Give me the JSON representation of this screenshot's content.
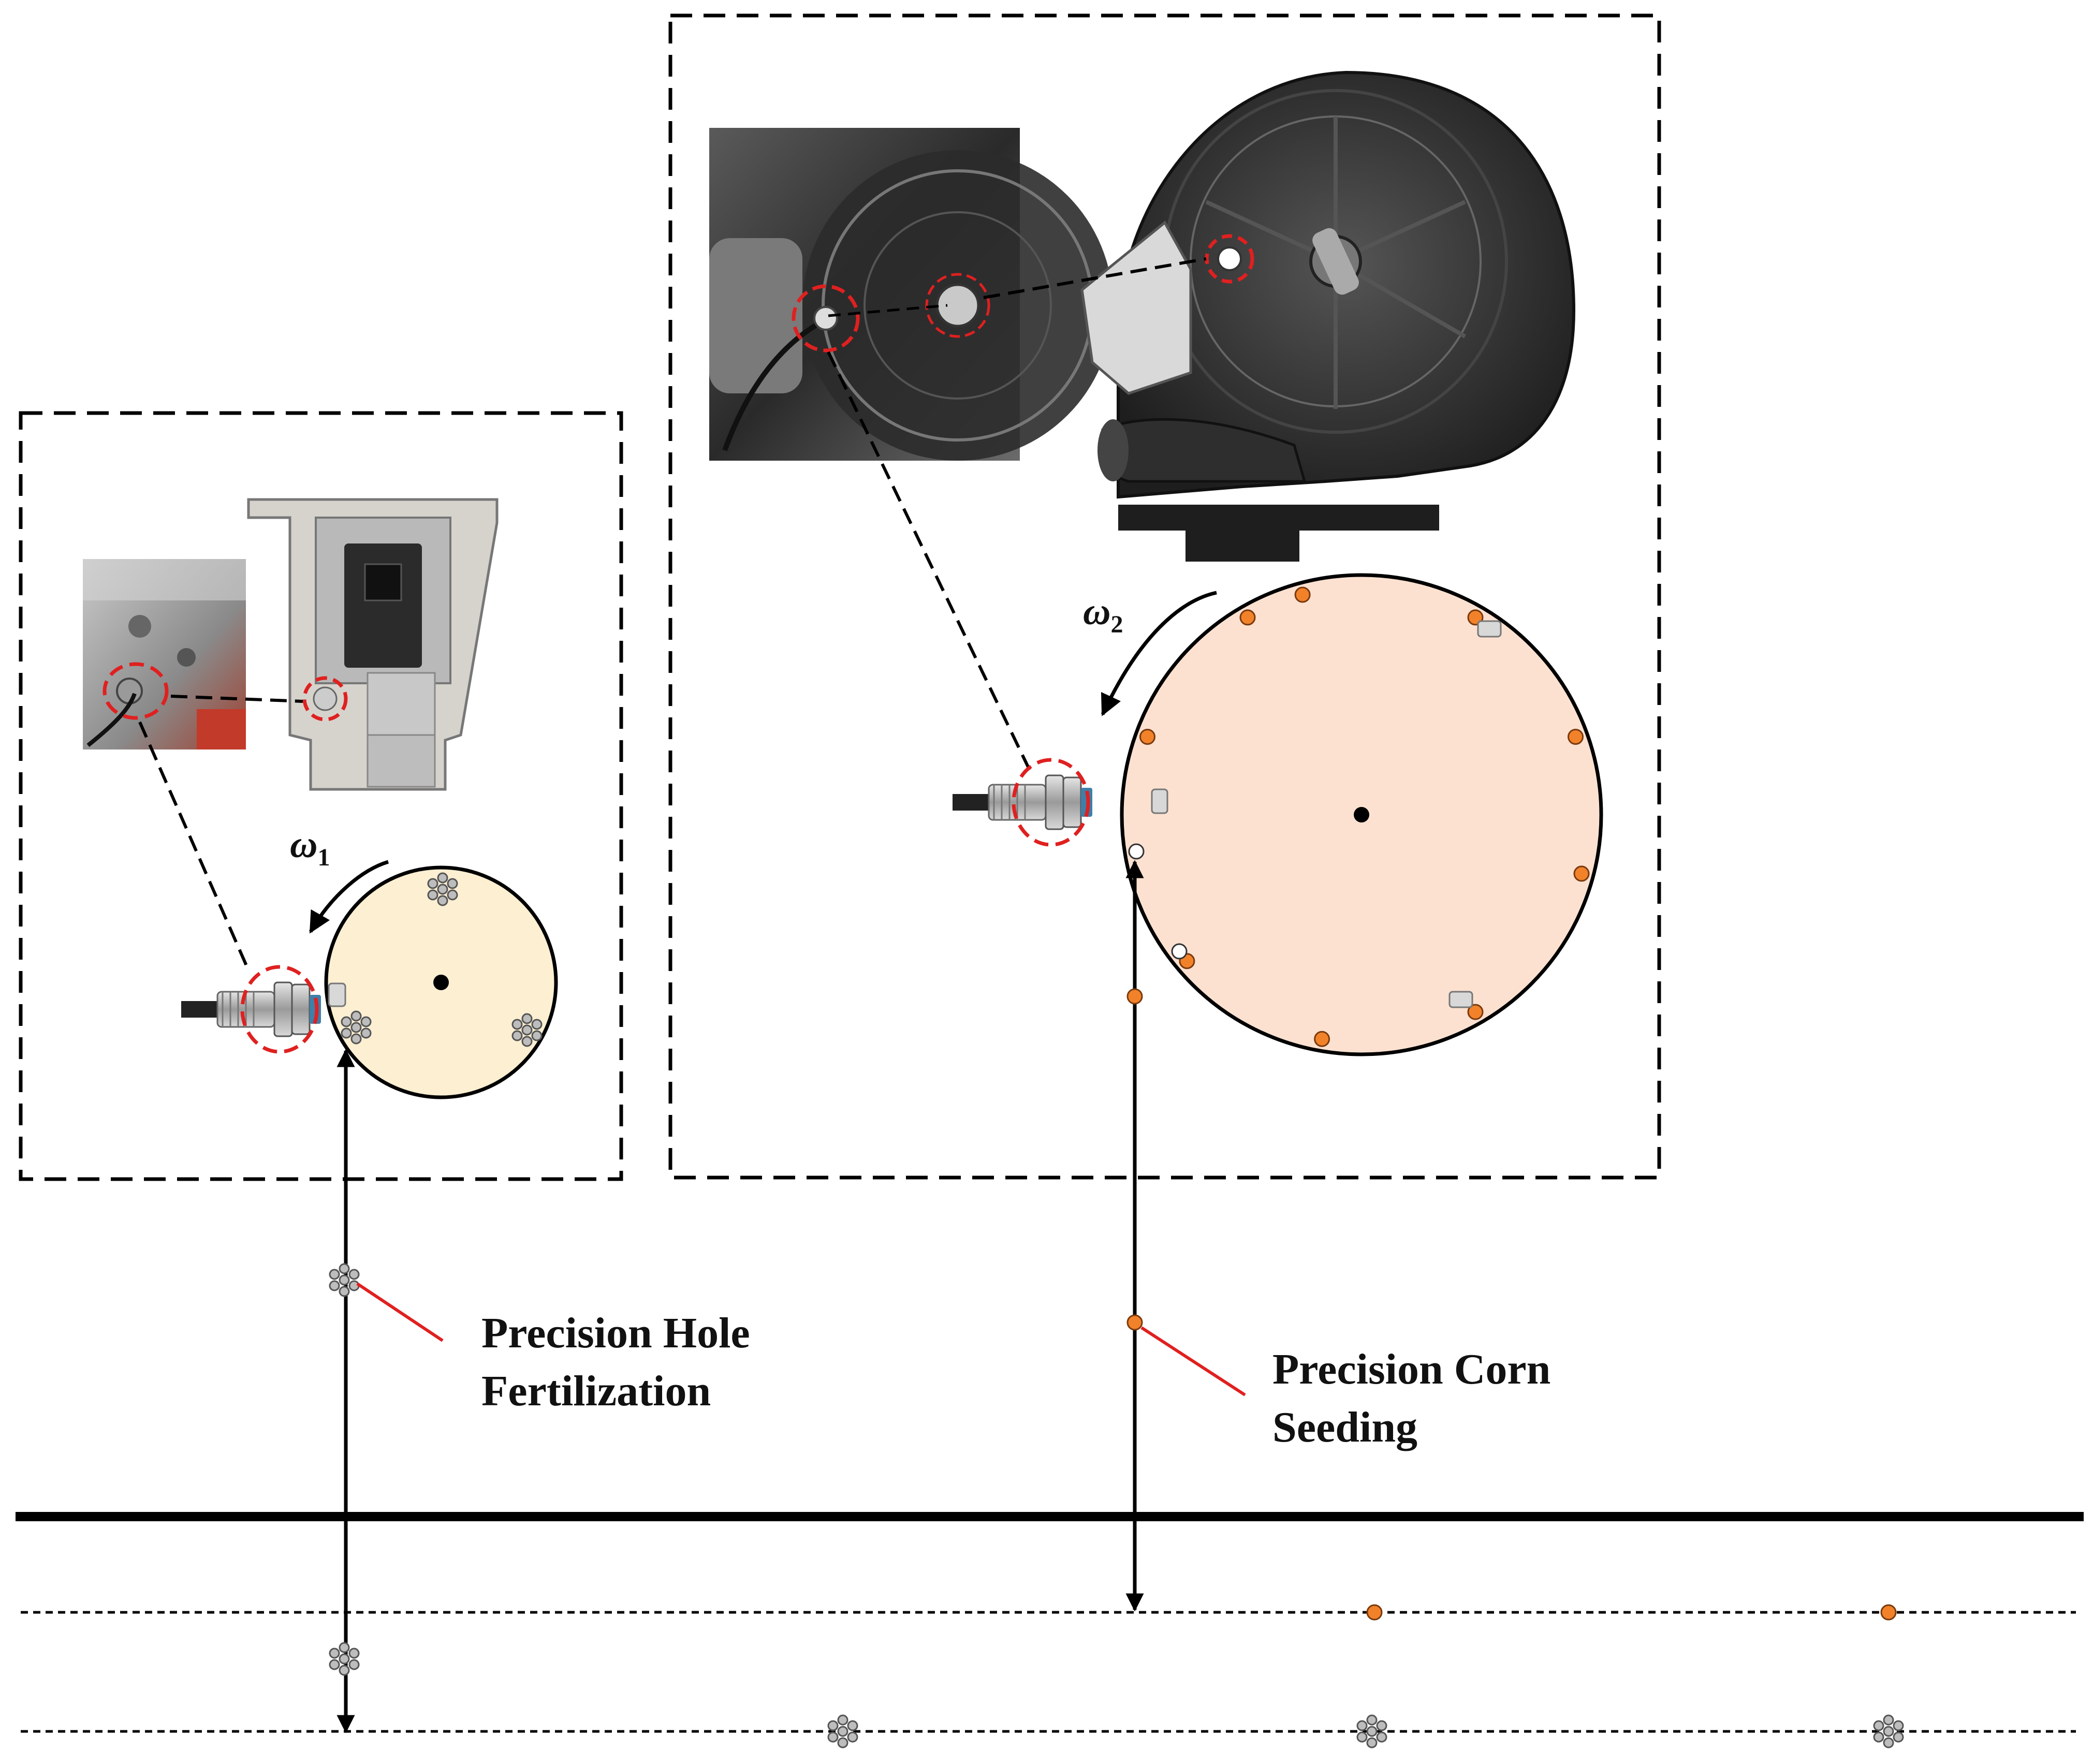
{
  "labels": {
    "fertilization_line1": "Precision Hole",
    "fertilization_line2": "Fertilization",
    "seeding_line1": "Precision Corn",
    "seeding_line2": "Seeding"
  },
  "omega1": {
    "symbol": "ω",
    "subscript": "1"
  },
  "omega2": {
    "symbol": "ω",
    "subscript": "2"
  },
  "colors": {
    "fertilizer_disc": "#fcefd2",
    "seed_disc": "#fce1d1",
    "seed": "#f2822a",
    "fertilizer_granule": "#b8b8b8",
    "sensor_highlight": "#e02020",
    "pointer_line": "#e02020",
    "outline": "#000000"
  },
  "icons": {
    "sensor": "proximity-sensor-icon",
    "fertilizer_photo": "fertilizer-device-photo",
    "fertilizer_cad": "fertilizer-device-cad",
    "seeder_photo": "seed-meter-photo",
    "seeder_cad": "seed-meter-cad"
  }
}
